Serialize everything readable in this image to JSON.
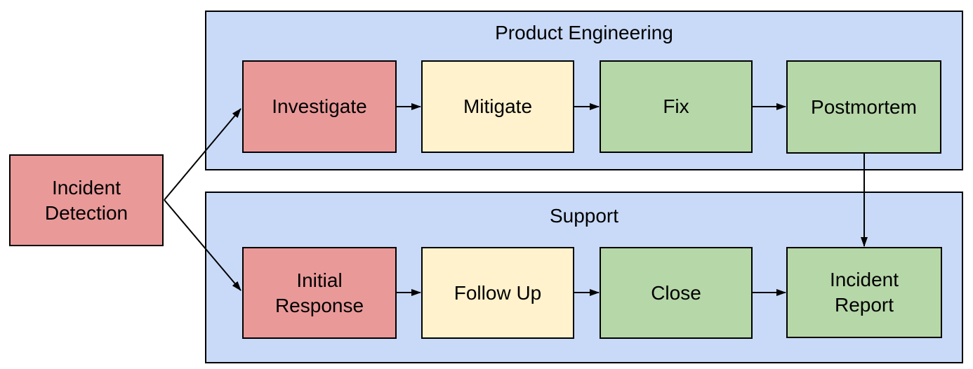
{
  "diagram": {
    "type": "flowchart-swimlane",
    "colors": {
      "lane_fill": "#C9DAF8",
      "node_red": "#EA9999",
      "node_yellow": "#FFF2CC",
      "node_green": "#B6D7A8",
      "border": "#000000",
      "background": "#FFFFFF"
    },
    "lanes": [
      {
        "id": "product-engineering",
        "label": "Product Engineering"
      },
      {
        "id": "support",
        "label": "Support"
      }
    ],
    "nodes": [
      {
        "id": "incident-detection",
        "label": "Incident\nDetection",
        "color": "red",
        "lane": null
      },
      {
        "id": "investigate",
        "label": "Investigate",
        "color": "red",
        "lane": "product-engineering"
      },
      {
        "id": "mitigate",
        "label": "Mitigate",
        "color": "yellow",
        "lane": "product-engineering"
      },
      {
        "id": "fix",
        "label": "Fix",
        "color": "green",
        "lane": "product-engineering"
      },
      {
        "id": "postmortem",
        "label": "Postmortem",
        "color": "green",
        "lane": "product-engineering"
      },
      {
        "id": "initial-response",
        "label": "Initial\nResponse",
        "color": "red",
        "lane": "support"
      },
      {
        "id": "follow-up",
        "label": "Follow Up",
        "color": "yellow",
        "lane": "support"
      },
      {
        "id": "close",
        "label": "Close",
        "color": "green",
        "lane": "support"
      },
      {
        "id": "incident-report",
        "label": "Incident\nReport",
        "color": "green",
        "lane": "support"
      }
    ],
    "edges": [
      {
        "from": "incident-detection",
        "to": "investigate"
      },
      {
        "from": "incident-detection",
        "to": "initial-response"
      },
      {
        "from": "investigate",
        "to": "mitigate"
      },
      {
        "from": "mitigate",
        "to": "fix"
      },
      {
        "from": "fix",
        "to": "postmortem"
      },
      {
        "from": "postmortem",
        "to": "incident-report"
      },
      {
        "from": "initial-response",
        "to": "follow-up"
      },
      {
        "from": "follow-up",
        "to": "close"
      },
      {
        "from": "close",
        "to": "incident-report"
      }
    ]
  }
}
